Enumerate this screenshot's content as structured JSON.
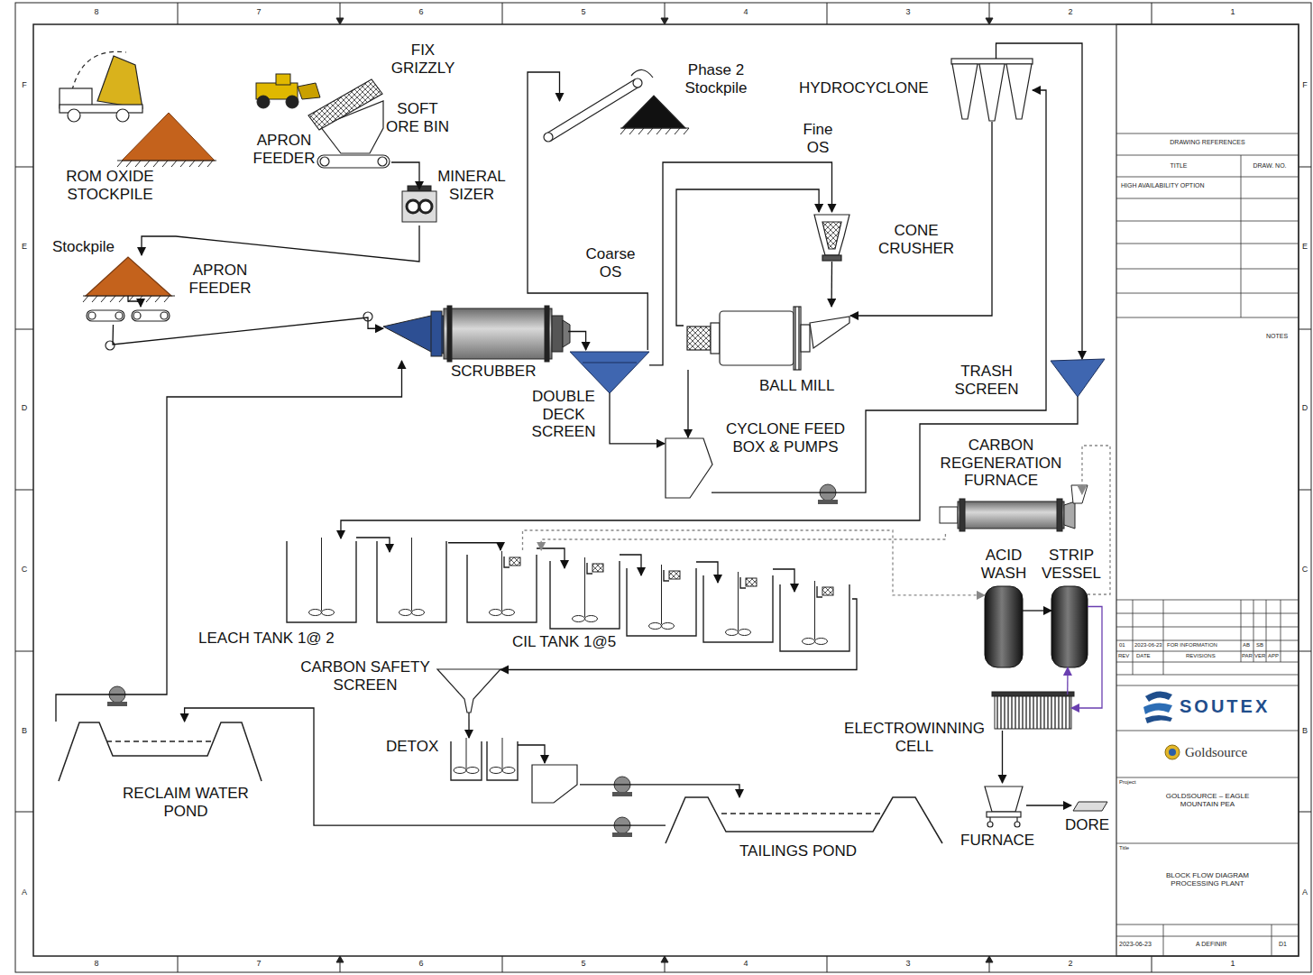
{
  "diagram": {
    "nodes": [
      {
        "text": [
          "ROM OXIDE STOCKPILE"
        ]
      },
      {
        "text": [
          "APRON FEEDER"
        ]
      },
      {
        "text": [
          "FIX GRIZZLY"
        ]
      },
      {
        "text": [
          "SOFT ORE BIN"
        ]
      },
      {
        "text": [
          "MINERAL SIZER"
        ]
      },
      {
        "text": [
          "Phase 2 Stockpile"
        ]
      },
      {
        "text": [
          "HYDROCYCLONE"
        ]
      },
      {
        "text": [
          "CONE CRUSHER"
        ]
      },
      {
        "text": [
          "Stockpile"
        ]
      },
      {
        "text": [
          "APRON FEEDER"
        ]
      },
      {
        "text": [
          "SCRUBBER"
        ]
      },
      {
        "text": [
          "DOUBLE DECK SCREEN"
        ]
      },
      {
        "text": [
          "BALL MILL"
        ]
      },
      {
        "text": [
          "TRASH SCREEN"
        ]
      },
      {
        "text": [
          "CYCLONE FEED BOX & PUMPS"
        ]
      },
      {
        "text": [
          "CARBON REGENERATION FURNACE"
        ]
      },
      {
        "text": [
          "ACID WASH"
        ]
      },
      {
        "text": [
          "STRIP VESSEL"
        ]
      },
      {
        "text": [
          "LEACH TANK 1@ 2"
        ]
      },
      {
        "text": [
          "CIL TANK 1@5"
        ]
      },
      {
        "text": [
          "CARBON SAFETY SCREEN"
        ]
      },
      {
        "text": [
          "ELECTROWINNING CELL"
        ]
      },
      {
        "text": [
          "DETOX"
        ]
      },
      {
        "text": [
          "RECLAIM WATER POND"
        ]
      },
      {
        "text": [
          "TAILINGS POND"
        ]
      },
      {
        "text": [
          "FURNACE"
        ]
      },
      {
        "text": [
          "DORE"
        ]
      }
    ],
    "edges": [
      {
        "from": 1,
        "to": 4,
        "arrow": "to"
      },
      {
        "from": 4,
        "to": 8,
        "arrow": "to"
      },
      {
        "from": 8,
        "to": 9,
        "arrow": "to"
      },
      {
        "from": 9,
        "to": 10,
        "arrow": "to"
      },
      {
        "from": 10,
        "to": 11,
        "arrow": "to"
      },
      {
        "from": 11,
        "to": 5,
        "label": "Coarse OS",
        "arrow": "to"
      },
      {
        "from": 11,
        "to": 7,
        "label": "Fine OS",
        "arrow": "to"
      },
      {
        "from": 7,
        "to": 12,
        "arrow": "to"
      },
      {
        "from": 6,
        "to": 12,
        "arrow": "to"
      },
      {
        "from": 12,
        "to": 7,
        "arrow": "to"
      },
      {
        "from": 12,
        "to": 14,
        "arrow": "to"
      },
      {
        "from": 11,
        "to": 14,
        "arrow": "to"
      },
      {
        "from": 14,
        "to": 6,
        "arrow": "to"
      },
      {
        "from": 6,
        "to": 13,
        "arrow": "to"
      },
      {
        "from": 13,
        "to": 18,
        "arrow": "to"
      },
      {
        "from": 18,
        "to": 19,
        "arrow": "to"
      },
      {
        "from": 19,
        "to": 20,
        "arrow": "to"
      },
      {
        "from": 20,
        "to": 22,
        "arrow": "to"
      },
      {
        "from": 22,
        "to": 24,
        "arrow": "to"
      },
      {
        "from": 24,
        "to": 23,
        "arrow": "to"
      },
      {
        "from": 23,
        "to": 10,
        "arrow": "to"
      },
      {
        "from": 19,
        "to": 16,
        "arrow": "to"
      },
      {
        "from": 16,
        "to": 17,
        "arrow": "to"
      },
      {
        "from": 17,
        "to": 21,
        "arrow": "to"
      },
      {
        "from": 21,
        "to": 17,
        "arrow": "to"
      },
      {
        "from": 17,
        "to": 15,
        "arrow": "to"
      },
      {
        "from": 15,
        "to": 19,
        "arrow": "to"
      },
      {
        "from": 21,
        "to": 25,
        "arrow": "to"
      },
      {
        "from": 25,
        "to": 26,
        "arrow": "to"
      }
    ],
    "labels": [
      "8",
      "7",
      "6",
      "5",
      "4",
      "3",
      "2",
      "1",
      "8",
      "7",
      "6",
      "5",
      "4",
      "3",
      "2",
      "1",
      "F",
      "E",
      "D",
      "C",
      "B",
      "A",
      "F",
      "E",
      "D",
      "C",
      "B",
      "A",
      "DRAWING REFERENCES",
      "TITLE",
      "DRAW. NO.",
      "HIGH AVAILABILITY OPTION",
      "NOTES",
      "01",
      "2023-06-23",
      "FOR INFORMATION",
      "AB",
      "SB",
      "REV",
      "DATE",
      "REVISIONS",
      "PAR",
      "VER",
      "APP",
      "SOUTEX",
      "Goldsource",
      "Project",
      "GOLDSOURCE – EAGLE MOUNTAIN PEA",
      "Title",
      "BLOCK FLOW DIAGRAM PROCESSING PLANT",
      "2023-06-23",
      "A DEFINIR",
      "D1"
    ]
  }
}
